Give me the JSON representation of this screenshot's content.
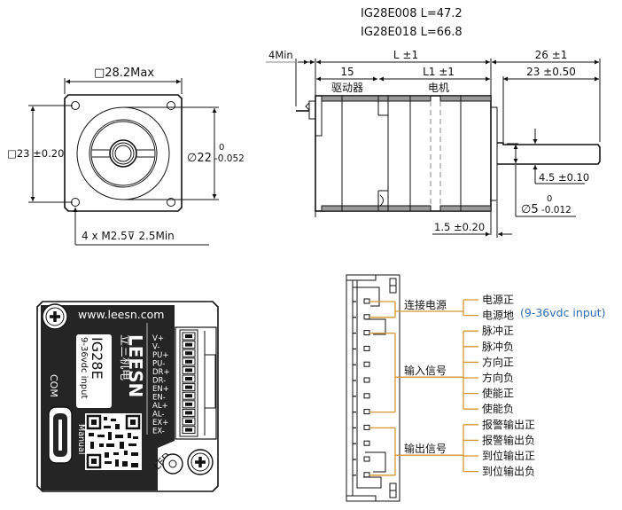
{
  "models": [
    {
      "label": "IG28E008  L=47.2"
    },
    {
      "label": "IG28E018  L=66.8"
    }
  ],
  "front_view": {
    "width_label": "□28.2Max",
    "hole_spacing_label": "□23 ±0.20",
    "pilot_dia_label": "∅22",
    "pilot_tol_upper": "0",
    "pilot_tol_lower": "-0.052",
    "holes_label": "4 x  M2.5⊽ 2.5Min"
  },
  "side_view": {
    "min_label": "4Min",
    "L_label": "L ±1",
    "shaft_len_label": "26 ±1",
    "driver_len_label": "15",
    "motor_len_label": "L1 ±1",
    "shaft_usable_label": "23 ±0.50",
    "driver_text": "驱动器",
    "motor_text": "电机",
    "flat_label": "4.5 ±0.10",
    "shaft_dia_label": "∅5",
    "shaft_tol_upper": "0",
    "shaft_tol_lower": "-0.012",
    "boss_label": "1.5 ±0.20"
  },
  "board": {
    "url": "www.leesn.com",
    "model": "IG28E",
    "voltage": "9-36vdc input",
    "brand": "LEESN",
    "brand_cn": "立三机电",
    "com_label": "COM",
    "manual_label": "Manual",
    "led_label": "LED",
    "pins": [
      "V+",
      "V-",
      "PU+",
      "PU-",
      "DR+",
      "DR-",
      "EN+",
      "EN-",
      "AL+",
      "AL-",
      "EX+",
      "EX-"
    ]
  },
  "wiring": {
    "groups": [
      {
        "name": "连接电源",
        "items": [
          "电源正",
          "电源地"
        ],
        "note": "(9-36vdc input)"
      },
      {
        "name": "输入信号",
        "items": [
          "脉冲正",
          "脉冲负",
          "方向正",
          "方向负",
          "使能正",
          "使能负"
        ]
      },
      {
        "name": "输出信号",
        "items": [
          "报警输出正",
          "报警输出负",
          "到位输出正",
          "到位输出负"
        ]
      }
    ],
    "line_color": "#d4962f",
    "note_color": "#2f6db5"
  }
}
